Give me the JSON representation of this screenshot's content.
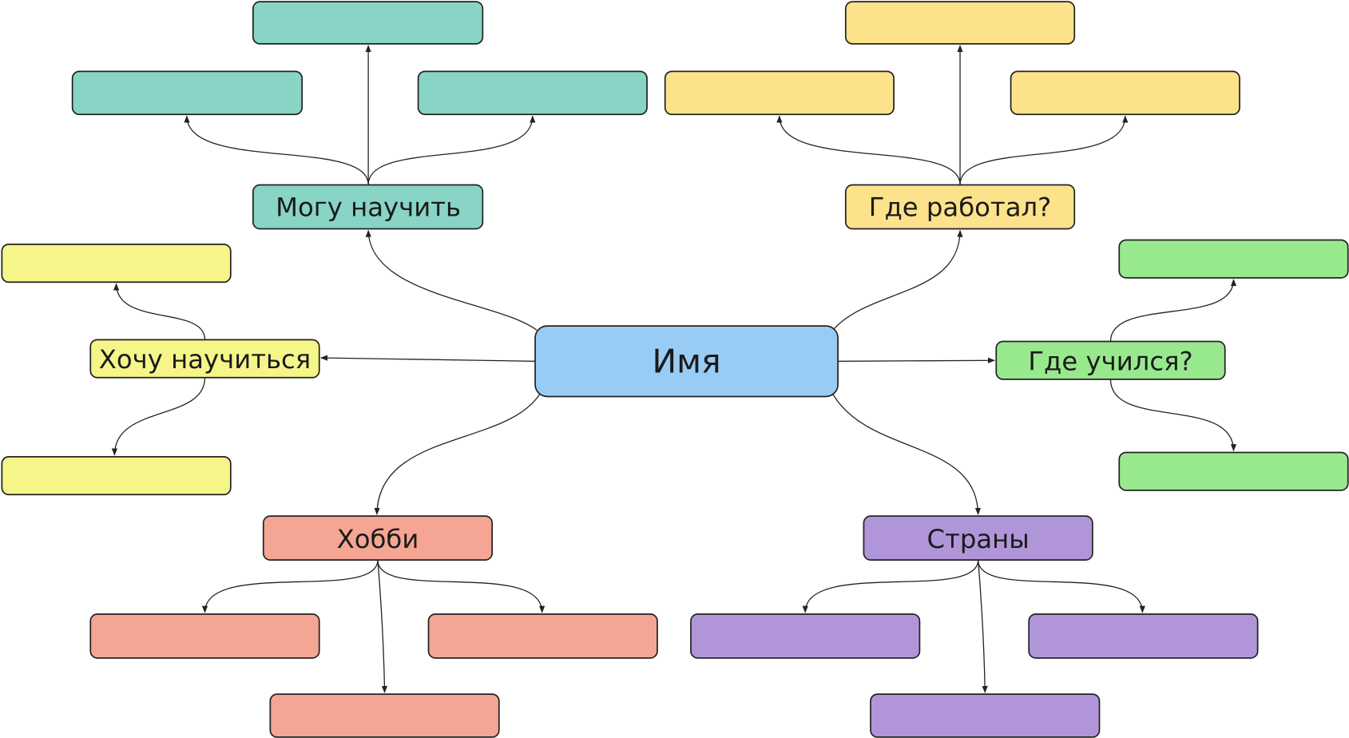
{
  "center": {
    "label": "Имя",
    "color": "#99CCF5"
  },
  "topics": {
    "teach": {
      "label": "Могу научить",
      "color": "#88D4C6"
    },
    "work": {
      "label": "Где работал?",
      "color": "#FCE28A"
    },
    "learn": {
      "label": "Хочу научиться",
      "color": "#F5F58A"
    },
    "study": {
      "label": "Где учился?",
      "color": "#98E98E"
    },
    "hobby": {
      "label": "Хобби",
      "color": "#F5A593"
    },
    "countries": {
      "label": "Страны",
      "color": "#B195D9"
    }
  }
}
